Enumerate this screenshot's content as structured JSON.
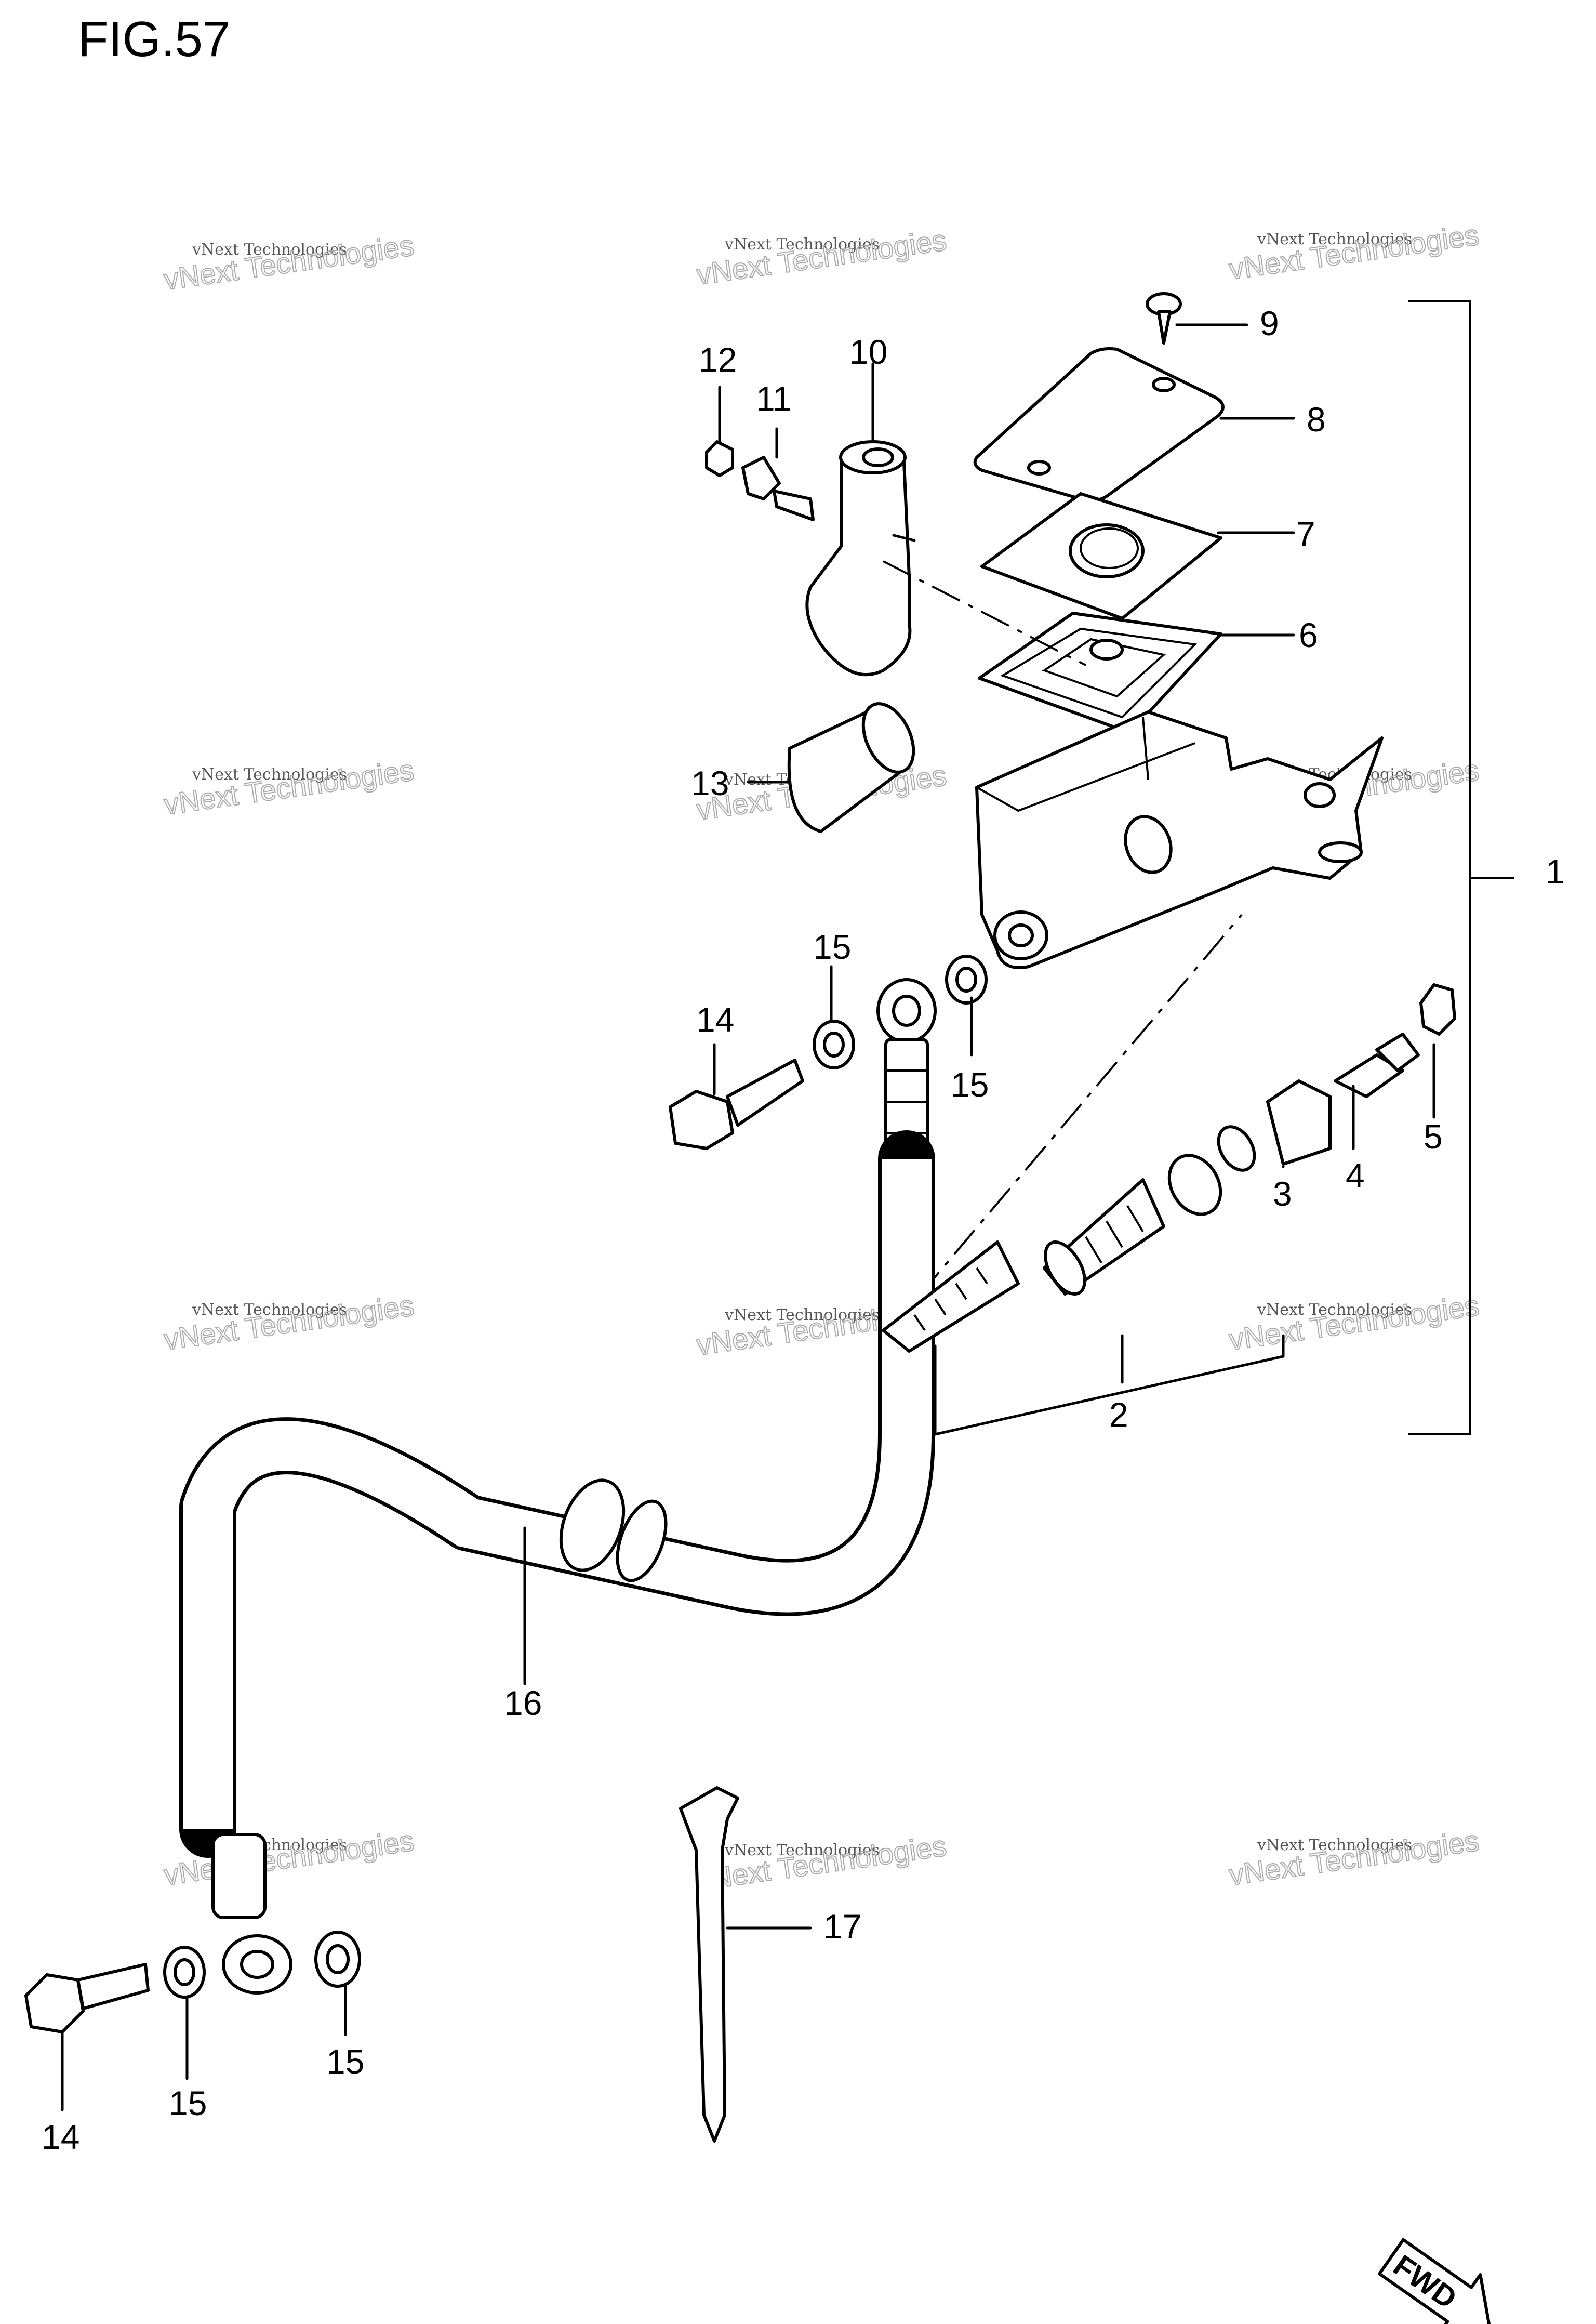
{
  "figure": {
    "title": "FIG.57"
  },
  "callouts": [
    {
      "id": "1",
      "text": "1"
    },
    {
      "id": "2",
      "text": "2"
    },
    {
      "id": "3",
      "text": "3"
    },
    {
      "id": "4",
      "text": "4"
    },
    {
      "id": "5",
      "text": "5"
    },
    {
      "id": "6",
      "text": "6"
    },
    {
      "id": "7",
      "text": "7"
    },
    {
      "id": "8",
      "text": "8"
    },
    {
      "id": "9",
      "text": "9"
    },
    {
      "id": "10",
      "text": "10"
    },
    {
      "id": "11",
      "text": "11"
    },
    {
      "id": "12",
      "text": "12"
    },
    {
      "id": "13",
      "text": "13"
    },
    {
      "id": "14a",
      "text": "14"
    },
    {
      "id": "14b",
      "text": "14"
    },
    {
      "id": "15a",
      "text": "15"
    },
    {
      "id": "15b",
      "text": "15"
    },
    {
      "id": "15c",
      "text": "15"
    },
    {
      "id": "15d",
      "text": "15"
    },
    {
      "id": "16",
      "text": "16"
    },
    {
      "id": "17",
      "text": "17"
    }
  ],
  "watermark": {
    "line1": "vNext Technologies",
    "line2": "vNext Technologies"
  },
  "direction_badge": {
    "text": "FWD"
  }
}
